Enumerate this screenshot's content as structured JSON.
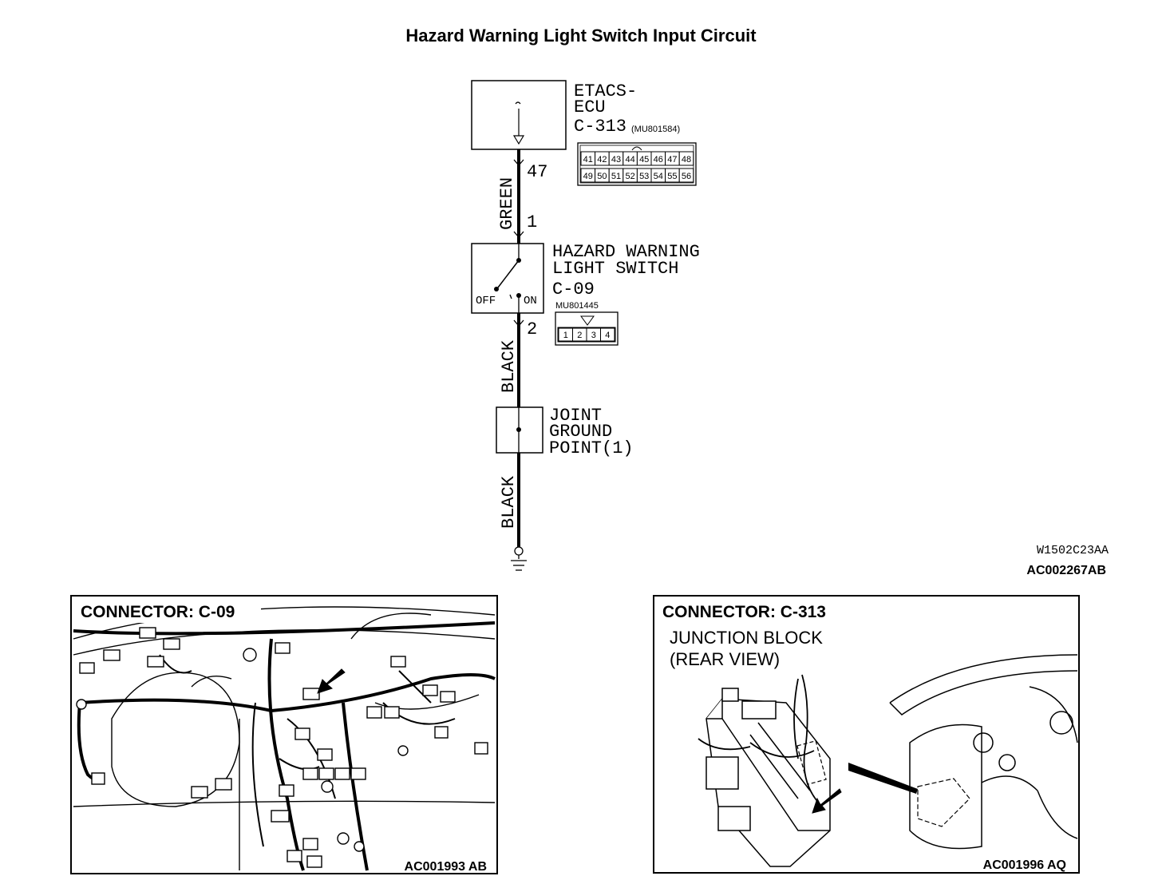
{
  "title": "Hazard Warning Light Switch Input Circuit",
  "ecu": {
    "name_line1": "ETACS-",
    "name_line2": "ECU",
    "connector": "C-313",
    "part_number": "(MU801584)",
    "pin_rows": [
      [
        "41",
        "42",
        "43",
        "44",
        "45",
        "46",
        "47",
        "48"
      ],
      [
        "49",
        "50",
        "51",
        "52",
        "53",
        "54",
        "55",
        "56"
      ]
    ]
  },
  "wire_upper": {
    "color_label": "GREEN",
    "pin_top": "47",
    "pin_bottom": "1"
  },
  "hazard_switch": {
    "name_line1": "HAZARD WARNING",
    "name_line2": "LIGHT SWITCH",
    "connector": "C-09",
    "part_number": "MU801445",
    "off_label": "OFF",
    "on_label": "ON",
    "pins": [
      "1",
      "2",
      "3",
      "4"
    ]
  },
  "wire_middle": {
    "color_label": "BLACK",
    "pin_top": "2"
  },
  "ground_point": {
    "name_line1": "JOINT",
    "name_line2": "GROUND",
    "name_line3": "POINT(1)"
  },
  "wire_lower": {
    "color_label": "BLACK"
  },
  "diagram_codes": {
    "code1": "W1502C23AA",
    "code2": "AC002267AB"
  },
  "panel_left": {
    "title": "CONNECTOR: C-09",
    "code": "AC001993 AB"
  },
  "panel_right": {
    "title": "CONNECTOR: C-313",
    "subtitle_line1": "JUNCTION BLOCK",
    "subtitle_line2": "(REAR VIEW)",
    "code": "AC001996 AQ"
  }
}
